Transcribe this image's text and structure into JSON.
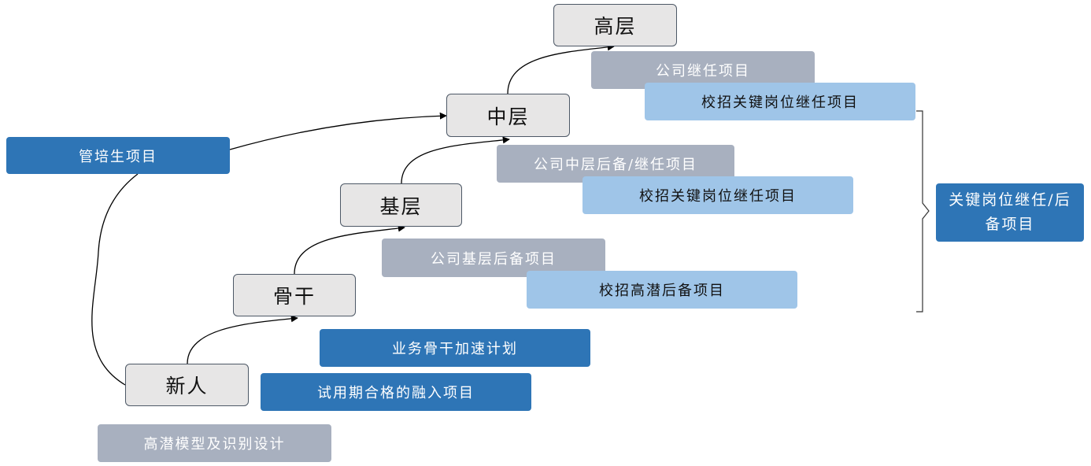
{
  "levels": {
    "gaoceng": "高层",
    "zhongceng": "中层",
    "jiceng": "基层",
    "gugan": "骨干",
    "xinren": "新人"
  },
  "programs": {
    "company_succession": "公司继任项目",
    "campus_key_succession_top": "校招关键岗位继任项目",
    "company_mid_reserve": "公司中层后备/继任项目",
    "campus_key_succession_mid": "校招关键岗位继任项目",
    "company_base_reserve": "公司基层后备项目",
    "campus_high_potential": "校招高潜后备项目",
    "business_backbone": "业务骨干加速计划",
    "probation_integration": "试用期合格的融入项目",
    "management_trainee": "管培生项目",
    "high_potential_model": "高潜模型及识别设计"
  },
  "bracket_label": "关键岗位继任/后备项目",
  "colors": {
    "level_fill": "#e7e6e6",
    "grey_fill": "#a8b0bf",
    "light_blue_fill": "#9fc5e8",
    "dark_blue_fill": "#2e75b6"
  }
}
